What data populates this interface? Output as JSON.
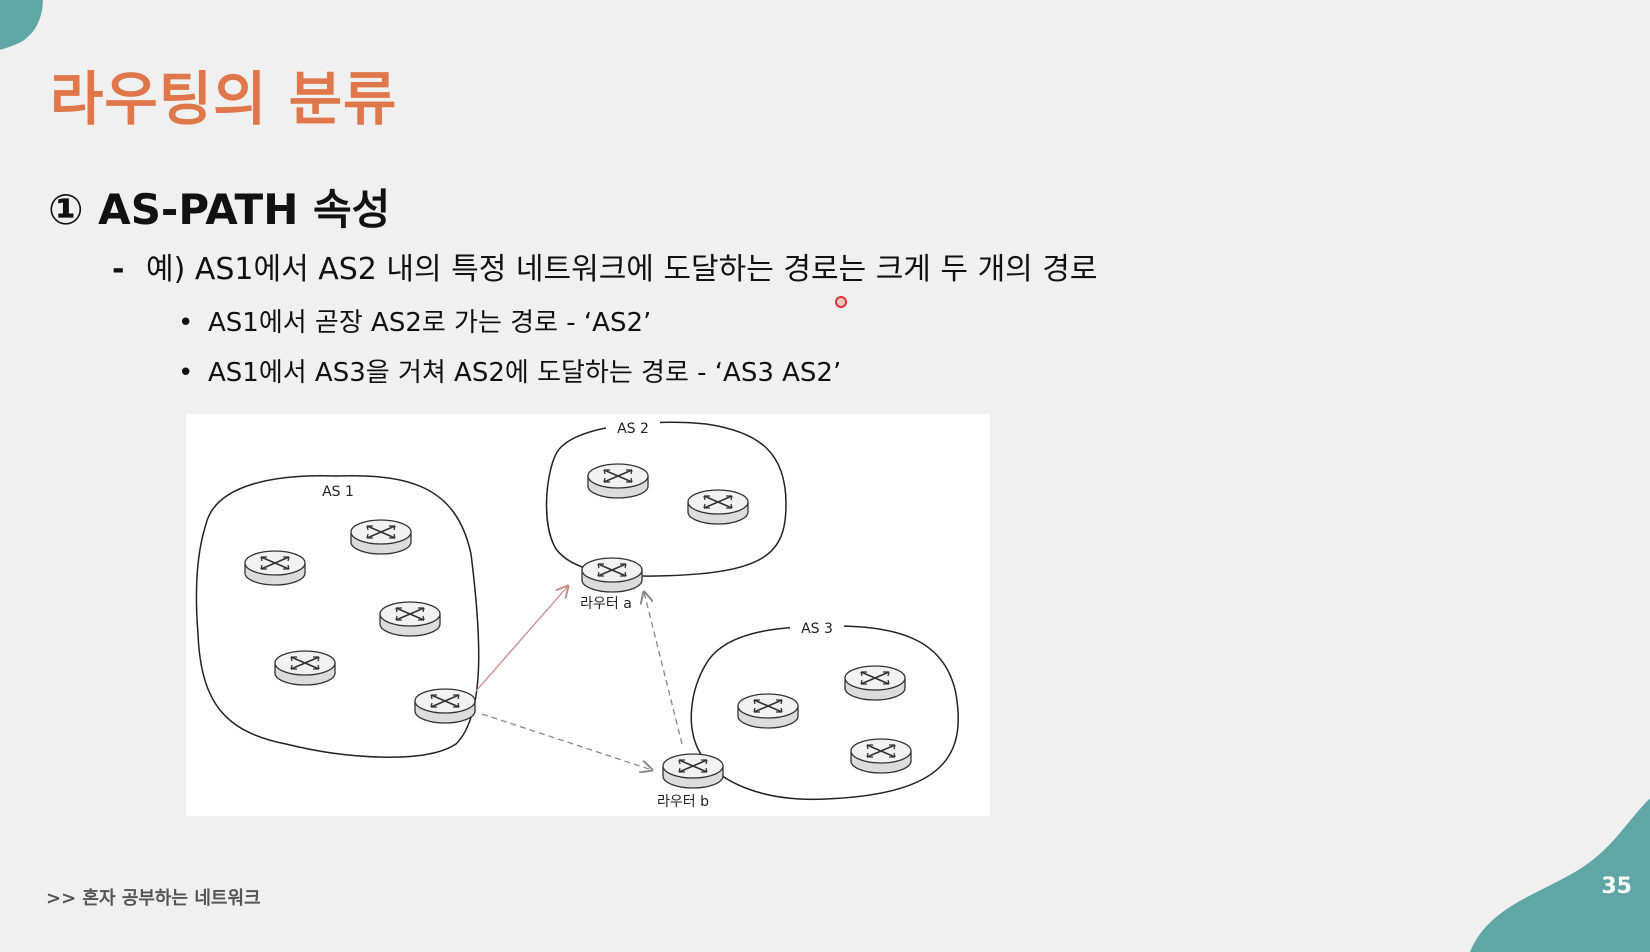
{
  "slide": {
    "title": "라우팅의 분류",
    "heading": "① AS-PATH 속성",
    "bullet_marker": "-",
    "bullet": "예) AS1에서 AS2 내의 특정 네트워크에 도달하는 경로는 크게 두 개의 경로",
    "sub_marker": "•",
    "sub_bullets": [
      "AS1에서 곧장 AS2로 가는 경로 - ‘AS2’",
      "AS1에서 AS3을 거쳐 AS2에 도달하는 경로 - ‘AS3 AS2’"
    ],
    "footer": ">> 혼자 공부하는 네트워크",
    "page_number": "35"
  },
  "diagram": {
    "as_labels": [
      "AS 1",
      "AS 2",
      "AS 3"
    ],
    "router_a_label": "라우터 a",
    "router_b_label": "라우터 b"
  },
  "colors": {
    "title": "#e0774a",
    "accent_teal": "#5fa6a5",
    "direct_path": "#c98a8a",
    "indirect_path": "#888888"
  }
}
